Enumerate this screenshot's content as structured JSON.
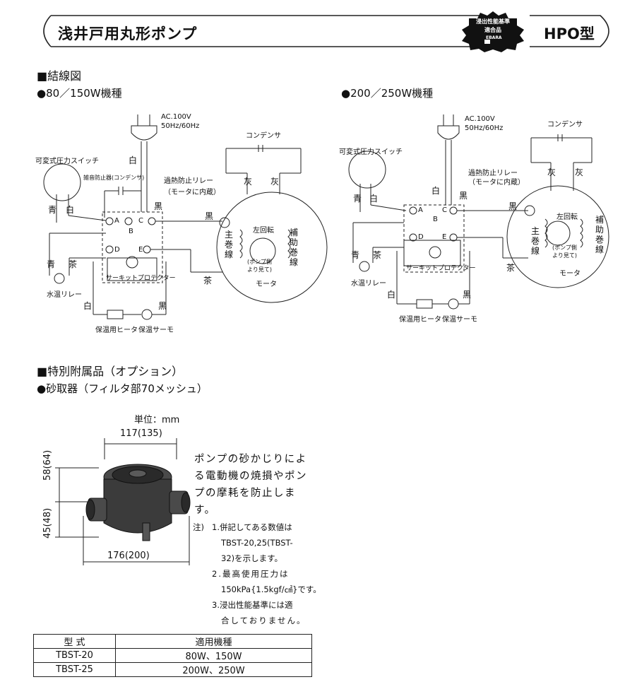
{
  "header": {
    "title": "浅井戸用丸形ポンプ",
    "model": "HPO型",
    "seal": {
      "line1": "浸出性能基準",
      "line2": "適合品",
      "brand": "EBARA"
    }
  },
  "wiring": {
    "heading": "■結線図",
    "left": {
      "heading": "●80／150W機種",
      "power": [
        "AC.100V",
        "50Hz/60Hz"
      ],
      "switch": "可変式圧力スイッチ",
      "noise_filter": "雑音防止器(コンデンサ)",
      "condenser": "コンデンサ",
      "relay": [
        "過熱防止リレー",
        "（モータに内蔵）"
      ],
      "white": "白",
      "black": "黒",
      "gray": "灰",
      "blue": "青",
      "brown": "茶",
      "terminals": {
        "a": "A",
        "b": "B",
        "c": "C",
        "d": "D",
        "e": "E"
      },
      "rotation": "左回転",
      "main_winding": "主巻線",
      "aux_winding": "補助巻線",
      "pump_side": "(ポンプ側より見て)",
      "motor": "モータ",
      "protector": "サーキットプロテクター",
      "water_relay": "水温リレー",
      "heater": "保温用ヒータ",
      "thermo": "保温サーモ"
    },
    "right": {
      "heading": "●200／250W機種",
      "power": [
        "AC.100V",
        "50Hz/60Hz"
      ],
      "switch": "可変式圧力スイッチ",
      "condenser": "コンデンサ",
      "relay": [
        "過熱防止リレー",
        "（モータに内蔵）"
      ],
      "white": "白",
      "black": "黒",
      "gray": "灰",
      "blue": "青",
      "brown": "茶",
      "terminals": {
        "a": "A",
        "b": "B",
        "c": "C",
        "d": "D",
        "e": "E"
      },
      "rotation": "左回転",
      "main_winding": "主巻線",
      "aux_winding": "補助巻線",
      "pump_side": "(ポンプ側より見て)",
      "motor": "モータ",
      "protector": "サーキットプロテクター",
      "water_relay": "水温リレー",
      "heater": "保温用ヒータ",
      "thermo": "保温サーモ"
    }
  },
  "accessory": {
    "heading": "■特別附属品（オプション）",
    "subheading": "●砂取器（フィルタ部70メッシュ）",
    "unit": "単位：mm",
    "dim_top": "117(135)",
    "dim_bottom": "176(200)",
    "dim_upper": "58(64)",
    "dim_lower": "45(48)",
    "description": "ポンプの砂かじりによる電動機の焼損やポンプの摩耗を防止します。",
    "notes_label": "注)",
    "note1": [
      "1.併記してある数値は",
      "TBST-20,25(TBST-",
      "32)を示します。"
    ],
    "note2": [
      "2.最高使用圧力は",
      "150kPa{1.5kgf/㎠}です。"
    ],
    "note3": [
      "3.浸出性能基準には適",
      "合しておりません。"
    ],
    "table": {
      "headers": [
        "型 式",
        "適用機種"
      ],
      "rows": [
        [
          "TBST-20",
          "80W、150W"
        ],
        [
          "TBST-25",
          "200W、250W"
        ]
      ]
    }
  }
}
